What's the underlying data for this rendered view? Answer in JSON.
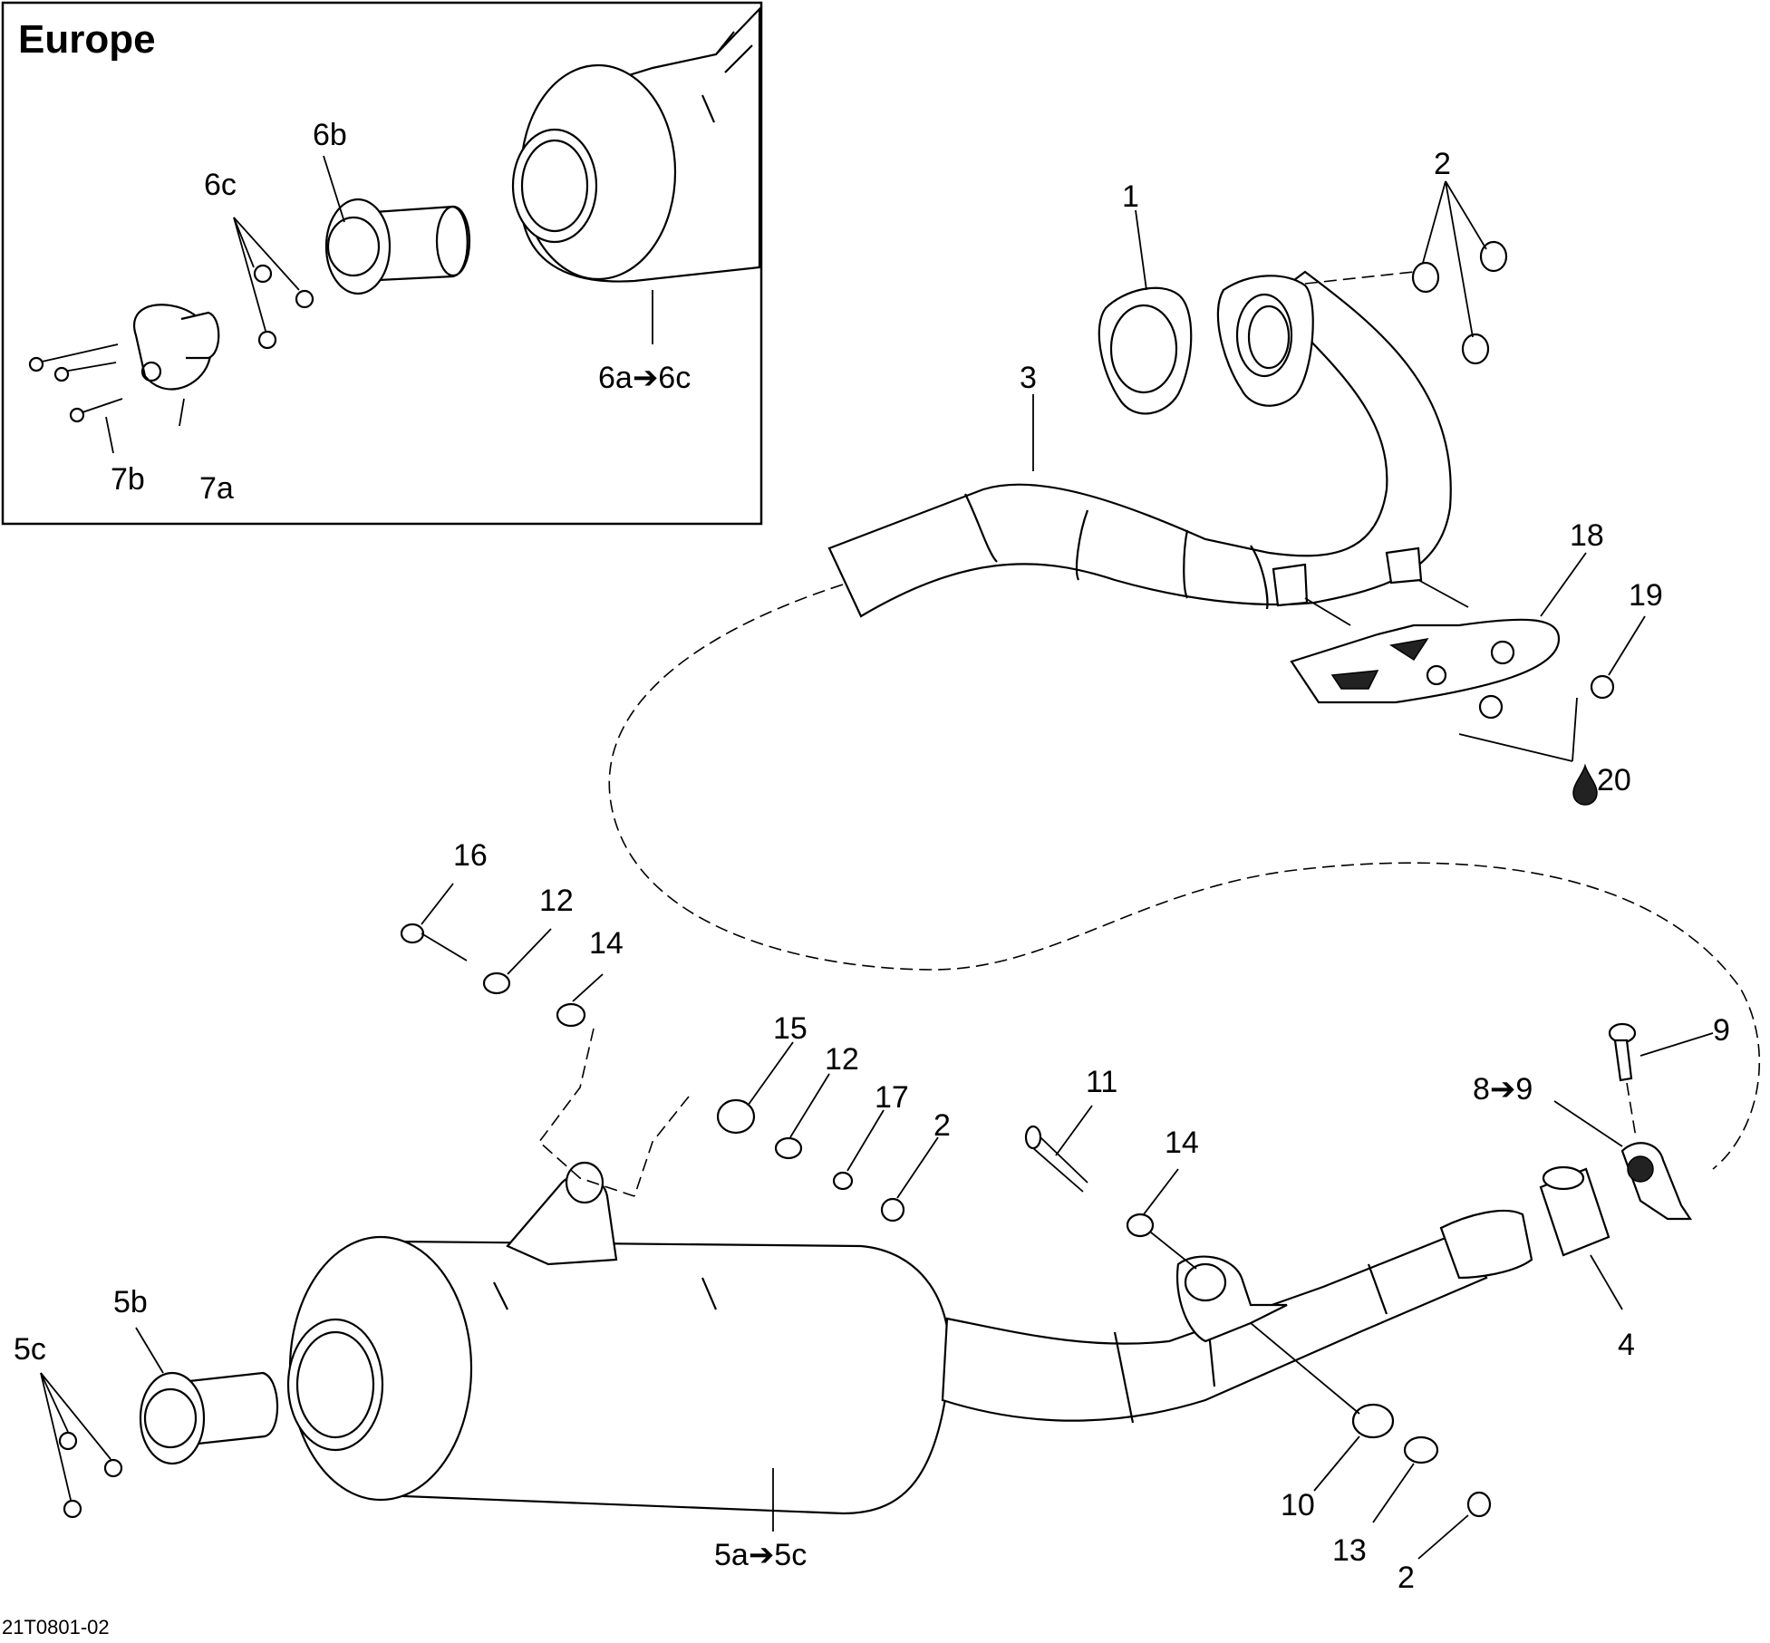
{
  "inset": {
    "title": "Europe"
  },
  "callouts": {
    "c1": "1",
    "c2a": "2",
    "c3": "3",
    "c18": "18",
    "c19": "19",
    "c20": "20",
    "c16": "16",
    "c12a": "12",
    "c14a": "14",
    "c15": "15",
    "c12b": "12",
    "c17": "17",
    "c2b": "2",
    "c11": "11",
    "c14b": "14",
    "c9": "9",
    "c8_9": "8➔9",
    "c4": "4",
    "c10": "10",
    "c13": "13",
    "c2c": "2",
    "c5b": "5b",
    "c5c": "5c",
    "c5a_5c": "5a➔5c",
    "c6b": "6b",
    "c6c": "6c",
    "c6a_6c": "6a➔6c",
    "c7a": "7a",
    "c7b": "7b"
  },
  "icons": {
    "c20": "drop-icon"
  },
  "drawing_code": "21T0801-02"
}
